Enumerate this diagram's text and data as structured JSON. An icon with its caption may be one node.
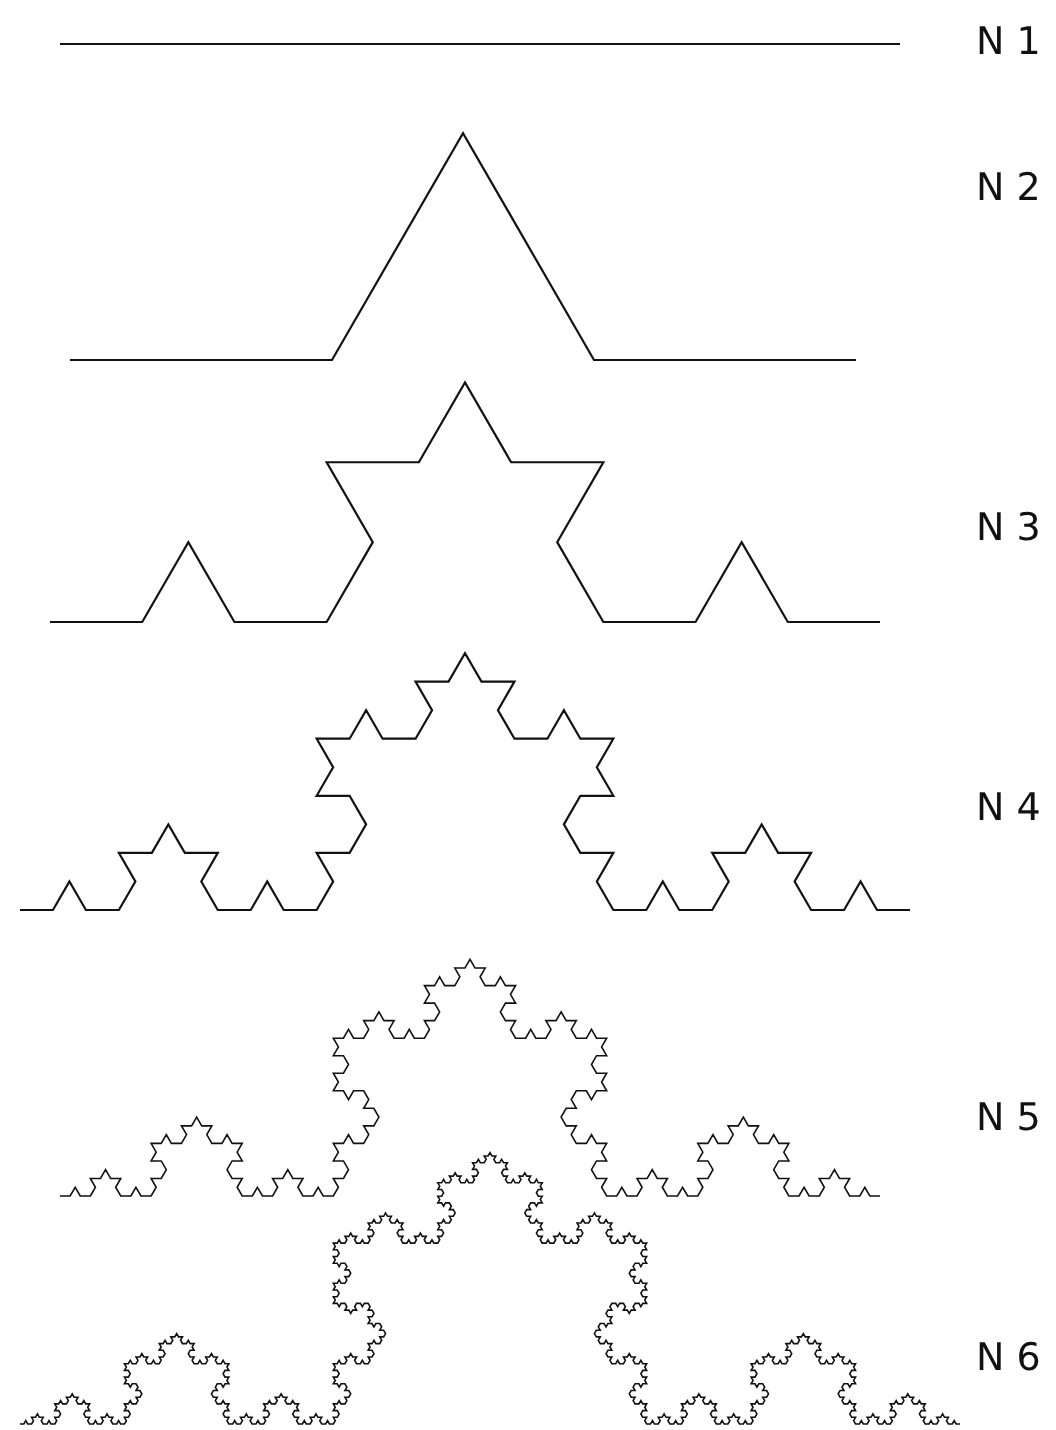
{
  "diagram": {
    "labels": [
      "N 1",
      "N 2",
      "N 3",
      "N 4",
      "N 5",
      "N 6"
    ]
  }
}
